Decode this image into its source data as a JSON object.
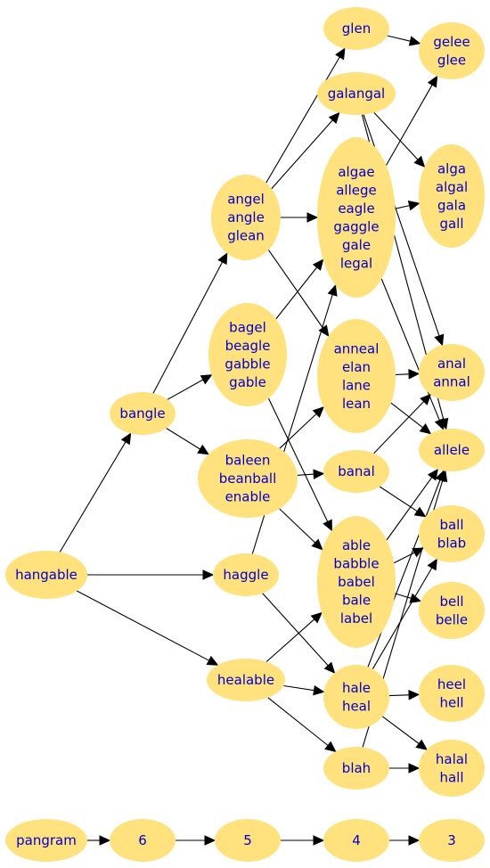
{
  "nodes": {
    "hangable": [
      "hangable"
    ],
    "bangle": [
      "bangle"
    ],
    "angel": [
      "angel",
      "angle",
      "glean"
    ],
    "bagel": [
      "bagel",
      "beagle",
      "gabble",
      "gable"
    ],
    "baleen": [
      "baleen",
      "beanball",
      "enable"
    ],
    "haggle": [
      "haggle"
    ],
    "healable": [
      "healable"
    ],
    "glen": [
      "glen"
    ],
    "galangal": [
      "galangal"
    ],
    "algae": [
      "algae",
      "allege",
      "eagle",
      "gaggle",
      "gale",
      "legal"
    ],
    "anneal": [
      "anneal",
      "elan",
      "lane",
      "lean"
    ],
    "banal": [
      "banal"
    ],
    "able": [
      "able",
      "babble",
      "babel",
      "bale",
      "label"
    ],
    "hale": [
      "hale",
      "heal"
    ],
    "blah": [
      "blah"
    ],
    "gelee": [
      "gelee",
      "glee"
    ],
    "alga": [
      "alga",
      "algal",
      "gala",
      "gall"
    ],
    "anal": [
      "anal",
      "annal"
    ],
    "allele": [
      "allele"
    ],
    "ball": [
      "ball",
      "blab"
    ],
    "bell": [
      "bell",
      "belle"
    ],
    "heel": [
      "heel",
      "hell"
    ],
    "halal": [
      "halal",
      "hall"
    ],
    "pangram": [
      "pangram"
    ],
    "n6": [
      "6"
    ],
    "n5": [
      "5"
    ],
    "n4": [
      "4"
    ],
    "n3": [
      "3"
    ]
  },
  "edges": [
    [
      "hangable",
      "bangle"
    ],
    [
      "hangable",
      "haggle"
    ],
    [
      "hangable",
      "healable"
    ],
    [
      "bangle",
      "angel"
    ],
    [
      "bangle",
      "bagel"
    ],
    [
      "bangle",
      "baleen"
    ],
    [
      "angel",
      "glen"
    ],
    [
      "angel",
      "galangal"
    ],
    [
      "angel",
      "algae"
    ],
    [
      "angel",
      "anneal"
    ],
    [
      "bagel",
      "algae"
    ],
    [
      "bagel",
      "able"
    ],
    [
      "baleen",
      "anneal"
    ],
    [
      "baleen",
      "banal"
    ],
    [
      "baleen",
      "able"
    ],
    [
      "haggle",
      "algae"
    ],
    [
      "haggle",
      "hale"
    ],
    [
      "healable",
      "able"
    ],
    [
      "healable",
      "hale"
    ],
    [
      "healable",
      "blah"
    ],
    [
      "glen",
      "gelee"
    ],
    [
      "galangal",
      "alga"
    ],
    [
      "galangal",
      "anal"
    ],
    [
      "galangal",
      "allele"
    ],
    [
      "algae",
      "gelee"
    ],
    [
      "algae",
      "alga"
    ],
    [
      "algae",
      "allele"
    ],
    [
      "anneal",
      "anal"
    ],
    [
      "anneal",
      "allele"
    ],
    [
      "banal",
      "anal"
    ],
    [
      "banal",
      "ball"
    ],
    [
      "able",
      "allele"
    ],
    [
      "able",
      "ball"
    ],
    [
      "able",
      "bell"
    ],
    [
      "hale",
      "ball"
    ],
    [
      "hale",
      "allele"
    ],
    [
      "hale",
      "heel"
    ],
    [
      "hale",
      "halal"
    ],
    [
      "blah",
      "allele"
    ],
    [
      "blah",
      "halal"
    ],
    [
      "pangram",
      "n6"
    ],
    [
      "n6",
      "n5"
    ],
    [
      "n5",
      "n4"
    ],
    [
      "n4",
      "n3"
    ]
  ],
  "colors": {
    "node_fill": "#ffe17d",
    "label_text": "#0000cc",
    "edge": "#000000"
  }
}
